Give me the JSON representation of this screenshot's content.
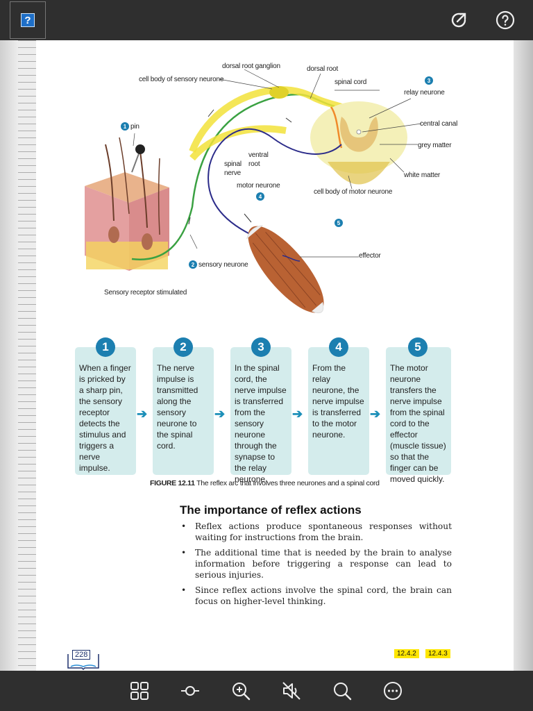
{
  "topbar": {
    "help_button": "?",
    "icons": [
      "share-icon",
      "help-icon"
    ]
  },
  "diagram": {
    "labels": {
      "dorsal_root_ganglion": "dorsal root ganglion",
      "dorsal_root": "dorsal root",
      "cell_body_sensory": "cell body of sensory neurone",
      "spinal_cord": "spinal cord",
      "relay_neurone": "relay neurone",
      "central_canal": "central canal",
      "grey_matter": "grey matter",
      "white_matter": "white matter",
      "pin": "pin",
      "ventral_root": "ventral\nroot",
      "ventral": "ventral",
      "root": "root",
      "spinal": "spinal",
      "nerve": "nerve",
      "motor_neurone": "motor neurone",
      "cell_body_motor": "cell body of motor neurone",
      "effector": "effector",
      "sensory_neurone": "sensory neurone",
      "sensory_receptor": "Sensory receptor stimulated"
    },
    "numbers": [
      "1",
      "2",
      "3",
      "4",
      "5"
    ]
  },
  "steps": [
    {
      "num": "1",
      "text": "When a finger is pricked by a sharp pin, the sensory receptor detects the stimulus and triggers a nerve impulse."
    },
    {
      "num": "2",
      "text": "The nerve impulse is transmitted along the sensory neurone to the spinal cord."
    },
    {
      "num": "3",
      "text": "In the spinal cord, the nerve impulse is transferred from the sensory neurone through the synapse to the relay neurone."
    },
    {
      "num": "4",
      "text": "From the relay neurone, the nerve impulse is transferred to the motor neurone."
    },
    {
      "num": "5",
      "text": "The motor neurone transfers the nerve impulse from the spinal cord to the effector (muscle tissue) so that the finger can be moved quickly."
    }
  ],
  "caption": {
    "figure": "FIGURE 12.11",
    "text": " The reflex arc that involves three neurones and a spinal cord"
  },
  "section": {
    "heading": "The importance of reflex actions",
    "bullets": [
      "Reflex actions produce spontaneous responses without waiting for instructions from the brain.",
      "The additional  time that is needed by the brain to analyse information before triggering a response can lead to serious injuries.",
      "Since reflex actions involve the spinal cord, the brain can focus on higher-level thinking."
    ]
  },
  "footer": {
    "page_number": "228",
    "tags": [
      "12.4.2",
      "12.4.3"
    ]
  },
  "bottombar": {
    "icons": [
      "grid-icon",
      "slider-icon",
      "zoom-in-icon",
      "mute-icon",
      "search-icon",
      "more-icon"
    ]
  },
  "colors": {
    "accent": "#1c7fb0",
    "step_bg": "#d4ecec",
    "tag_bg": "#ffe600",
    "toolbar_bg": "#2f2f2f"
  }
}
